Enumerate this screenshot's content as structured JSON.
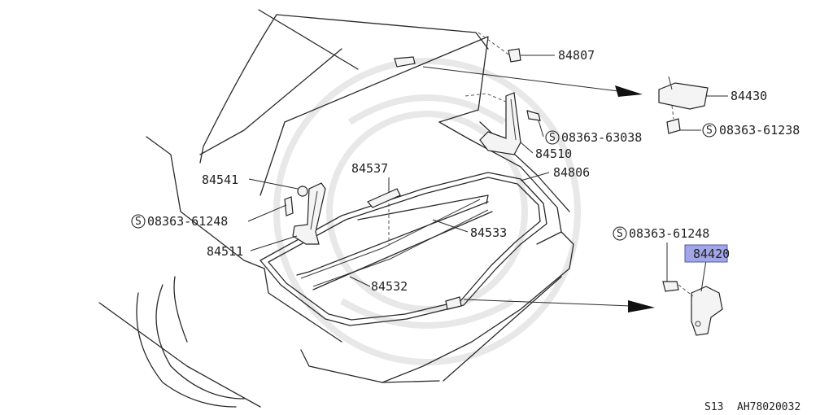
{
  "labels": {
    "p84807": "84807",
    "p84430": "84430",
    "s63038": "08363-63038",
    "s61238": "08363-61238",
    "p84510": "84510",
    "p84806": "84806",
    "p84537": "84537",
    "p84541": "84541",
    "s61248_left": "08363-61248",
    "p84511": "84511",
    "p84533": "84533",
    "p84532": "84532",
    "s61248_right": "08363-61248",
    "p84420": "84420"
  },
  "screw_prefix": "S",
  "footer": {
    "model": "S13",
    "code": "AH78020032"
  },
  "highlight_color": "#a3a6e6"
}
